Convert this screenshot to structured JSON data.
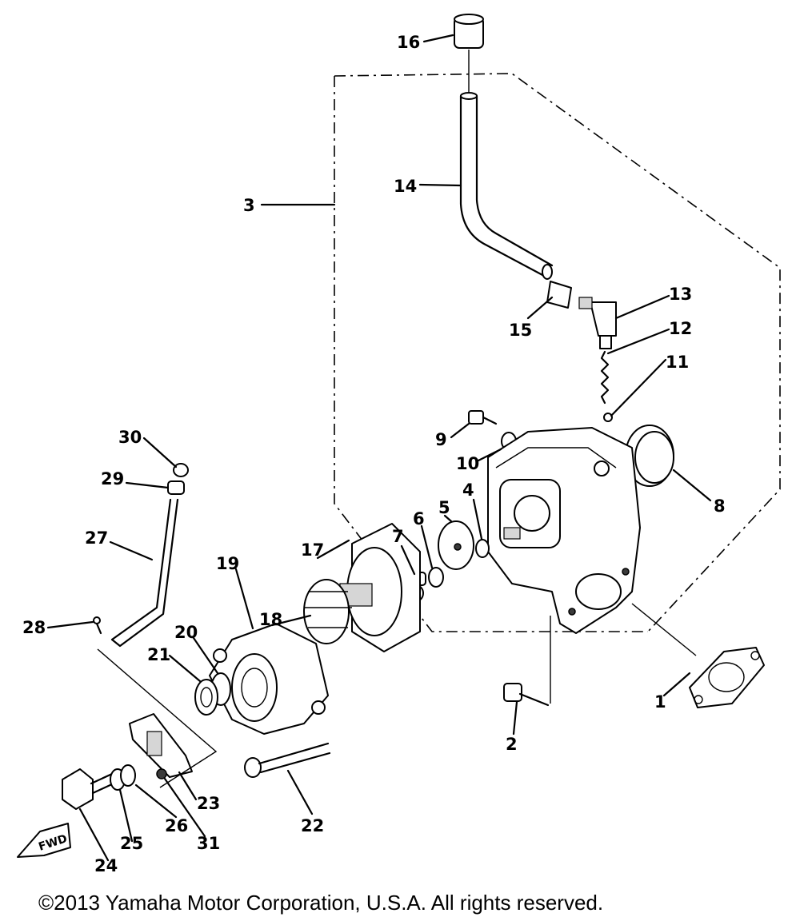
{
  "diagram": {
    "callouts": [
      {
        "label": "16"
      },
      {
        "label": "14"
      },
      {
        "label": "3"
      },
      {
        "label": "13"
      },
      {
        "label": "15"
      },
      {
        "label": "12"
      },
      {
        "label": "11"
      },
      {
        "label": "9"
      },
      {
        "label": "10"
      },
      {
        "label": "8"
      },
      {
        "label": "4"
      },
      {
        "label": "5"
      },
      {
        "label": "6"
      },
      {
        "label": "7"
      },
      {
        "label": "17"
      },
      {
        "label": "18"
      },
      {
        "label": "19"
      },
      {
        "label": "30"
      },
      {
        "label": "29"
      },
      {
        "label": "27"
      },
      {
        "label": "28"
      },
      {
        "label": "20"
      },
      {
        "label": "21"
      },
      {
        "label": "1"
      },
      {
        "label": "2"
      },
      {
        "label": "22"
      },
      {
        "label": "23"
      },
      {
        "label": "26"
      },
      {
        "label": "31"
      },
      {
        "label": "25"
      },
      {
        "label": "24"
      }
    ],
    "front_marker": "FWD"
  },
  "footer": {
    "copyright": "©2013 Yamaha Motor Corporation, U.S.A. All rights reserved."
  }
}
